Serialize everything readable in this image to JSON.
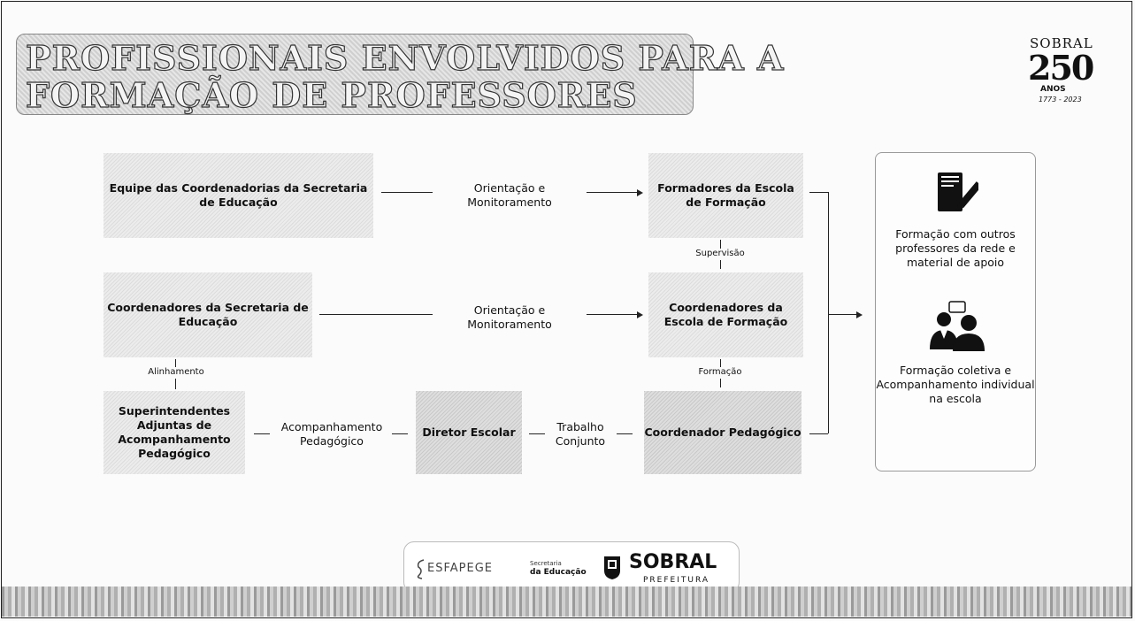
{
  "title": {
    "line1": "PROFISSIONAIS ENVOLVIDOS PARA A",
    "line2": "FORMAÇÃO DE PROFESSORES"
  },
  "logo": {
    "name": "SOBRAL",
    "number": "250",
    "sub": "ANOS",
    "years": "1773 - 2023"
  },
  "boxes": {
    "equipe": "Equipe das Coordenadorias da Secretaria de Educação",
    "formadores": "Formadores da Escola de Formação",
    "coord_secretaria": "Coordenadores da Secretaria de Educação",
    "coord_escola": "Coordenadores da Escola de Formação",
    "superintendentes": "Superintendentes Adjuntas de Acompanhamento Pedagógico",
    "diretor": "Diretor Escolar",
    "coord_pedagogico": "Coordenador Pedagógico"
  },
  "labels": {
    "orientacao_1": "Orientação e Monitoramento",
    "orientacao_2": "Orientação e Monitoramento",
    "acompanhamento": "Acompanhamento Pedagógico",
    "trabalho": "Trabalho Conjunto",
    "supervisao": "Supervisão",
    "formacao": "Formação",
    "alinhamento": "Alinhamento"
  },
  "right_panel": {
    "item1": "Formação com outros professores da rede e material de apoio",
    "item2": "Formação coletiva e Acompanhamento individual na escola"
  },
  "footer": {
    "logo1": "ESFAPEGE",
    "logo2_small": "Secretaria",
    "logo2_big": "da Educação",
    "logo3_big": "SOBRAL",
    "logo3_small": "PREFEITURA"
  }
}
